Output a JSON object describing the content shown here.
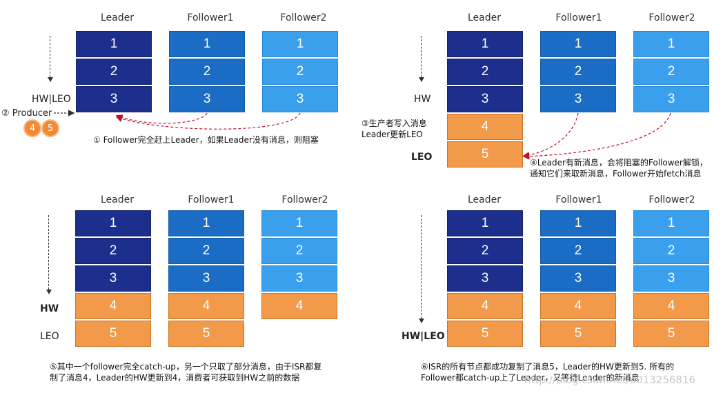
{
  "headers": {
    "leader": "Leader",
    "follower1": "Follower1",
    "follower2": "Follower2"
  },
  "panel1": {
    "marker": "HW|LEO",
    "producer": "② Producer",
    "badges": [
      "4",
      "5"
    ],
    "note": "① Follower完全赶上Leader，如果Leader没有消息，则阻塞"
  },
  "panel2": {
    "hw": "HW",
    "leo": "LEO",
    "write_note": [
      "③生产者写入消息",
      "Leader更新LEO"
    ],
    "note": [
      "④Leader有新消息，会将阻塞的Follower解锁，",
      "通知它们来取新消息，Follower开始fetch消息"
    ]
  },
  "panel3": {
    "hw": "HW",
    "leo": "LEO",
    "note": [
      "⑤其中一个follower完全catch-up，另一个只取了部分消息，由于ISR都复",
      "制了消息4，Leader的HW更新到4，消费者可获取到HW之前的数据"
    ]
  },
  "panel4": {
    "marker": "HW|LEO",
    "note": [
      "⑥ISR的所有节点都成功复制了消息5，Leader的HW更新到5. 所有的",
      "Follower都catch-up上了Leader，又等待Leader的新消息"
    ]
  },
  "values": [
    "1",
    "2",
    "3",
    "4",
    "5"
  ],
  "watermark": "http://blog.csdn.net/u013256816",
  "colors": {
    "leader": "#1c2f8c",
    "follower1": "#1a6cc4",
    "follower2": "#3aa0ee",
    "new_msg": "#f29a4a",
    "arrow": "#c0102a"
  }
}
